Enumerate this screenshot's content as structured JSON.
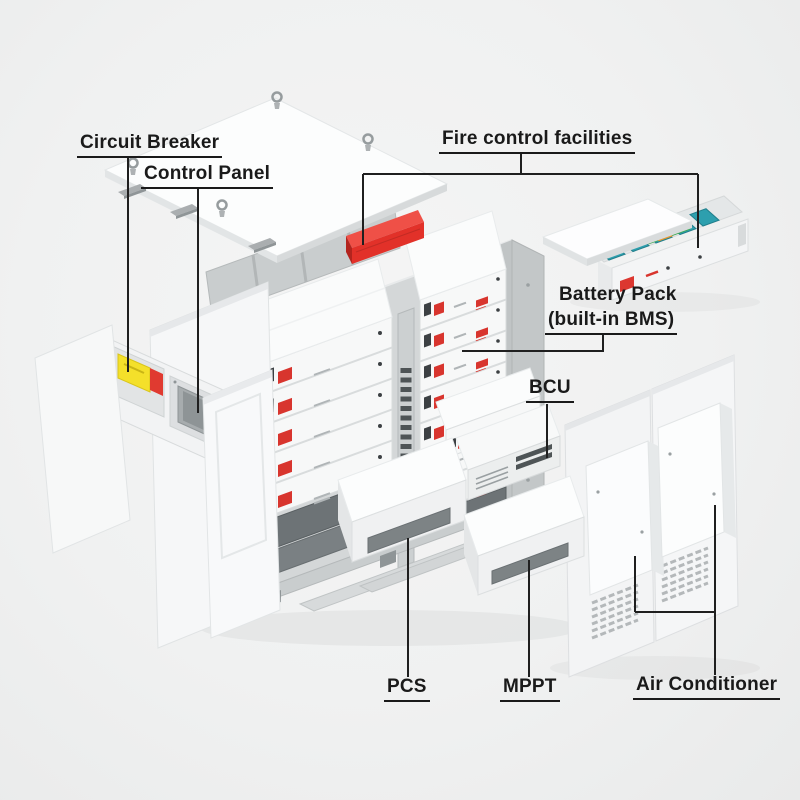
{
  "scene": {
    "description": "Exploded-view diagram of a battery energy storage cabinet",
    "background": "#f0f1f1"
  },
  "labels": {
    "circuit_breaker": "Circuit Breaker",
    "control_panel": "Control Panel",
    "fire_control": "Fire control facilities",
    "battery_pack_line1": "Battery Pack",
    "battery_pack_line2": "(built-in BMS)",
    "bcu": "BCU",
    "pcs": "PCS",
    "mppt": "MPPT",
    "air_conditioner": "Air Conditioner"
  },
  "colors": {
    "accent_red": "#e23129",
    "accent_red_top": "#ef5047",
    "breaker_yellow": "#f4e02a",
    "breaker_red_tip": "#e03a30",
    "battery_cell_teal": "#2d9fae",
    "wire_green": "#3aa94e",
    "wire_orange": "#e8962e",
    "screen_gray": "#8e9496",
    "frame_gray": "#c6cacb",
    "panel_white": "#fafbfb",
    "label_black": "#1a1a1a"
  },
  "components": [
    "Roof panel with lifting eyes",
    "Battery rack cabinet",
    "Stacked battery modules",
    "Fire suppression module",
    "Battery pack with built-in BMS",
    "BCU unit",
    "PCS drawer",
    "MPPT drawer",
    "Rear doors with air conditioners",
    "Circuit breaker",
    "Control panel"
  ]
}
